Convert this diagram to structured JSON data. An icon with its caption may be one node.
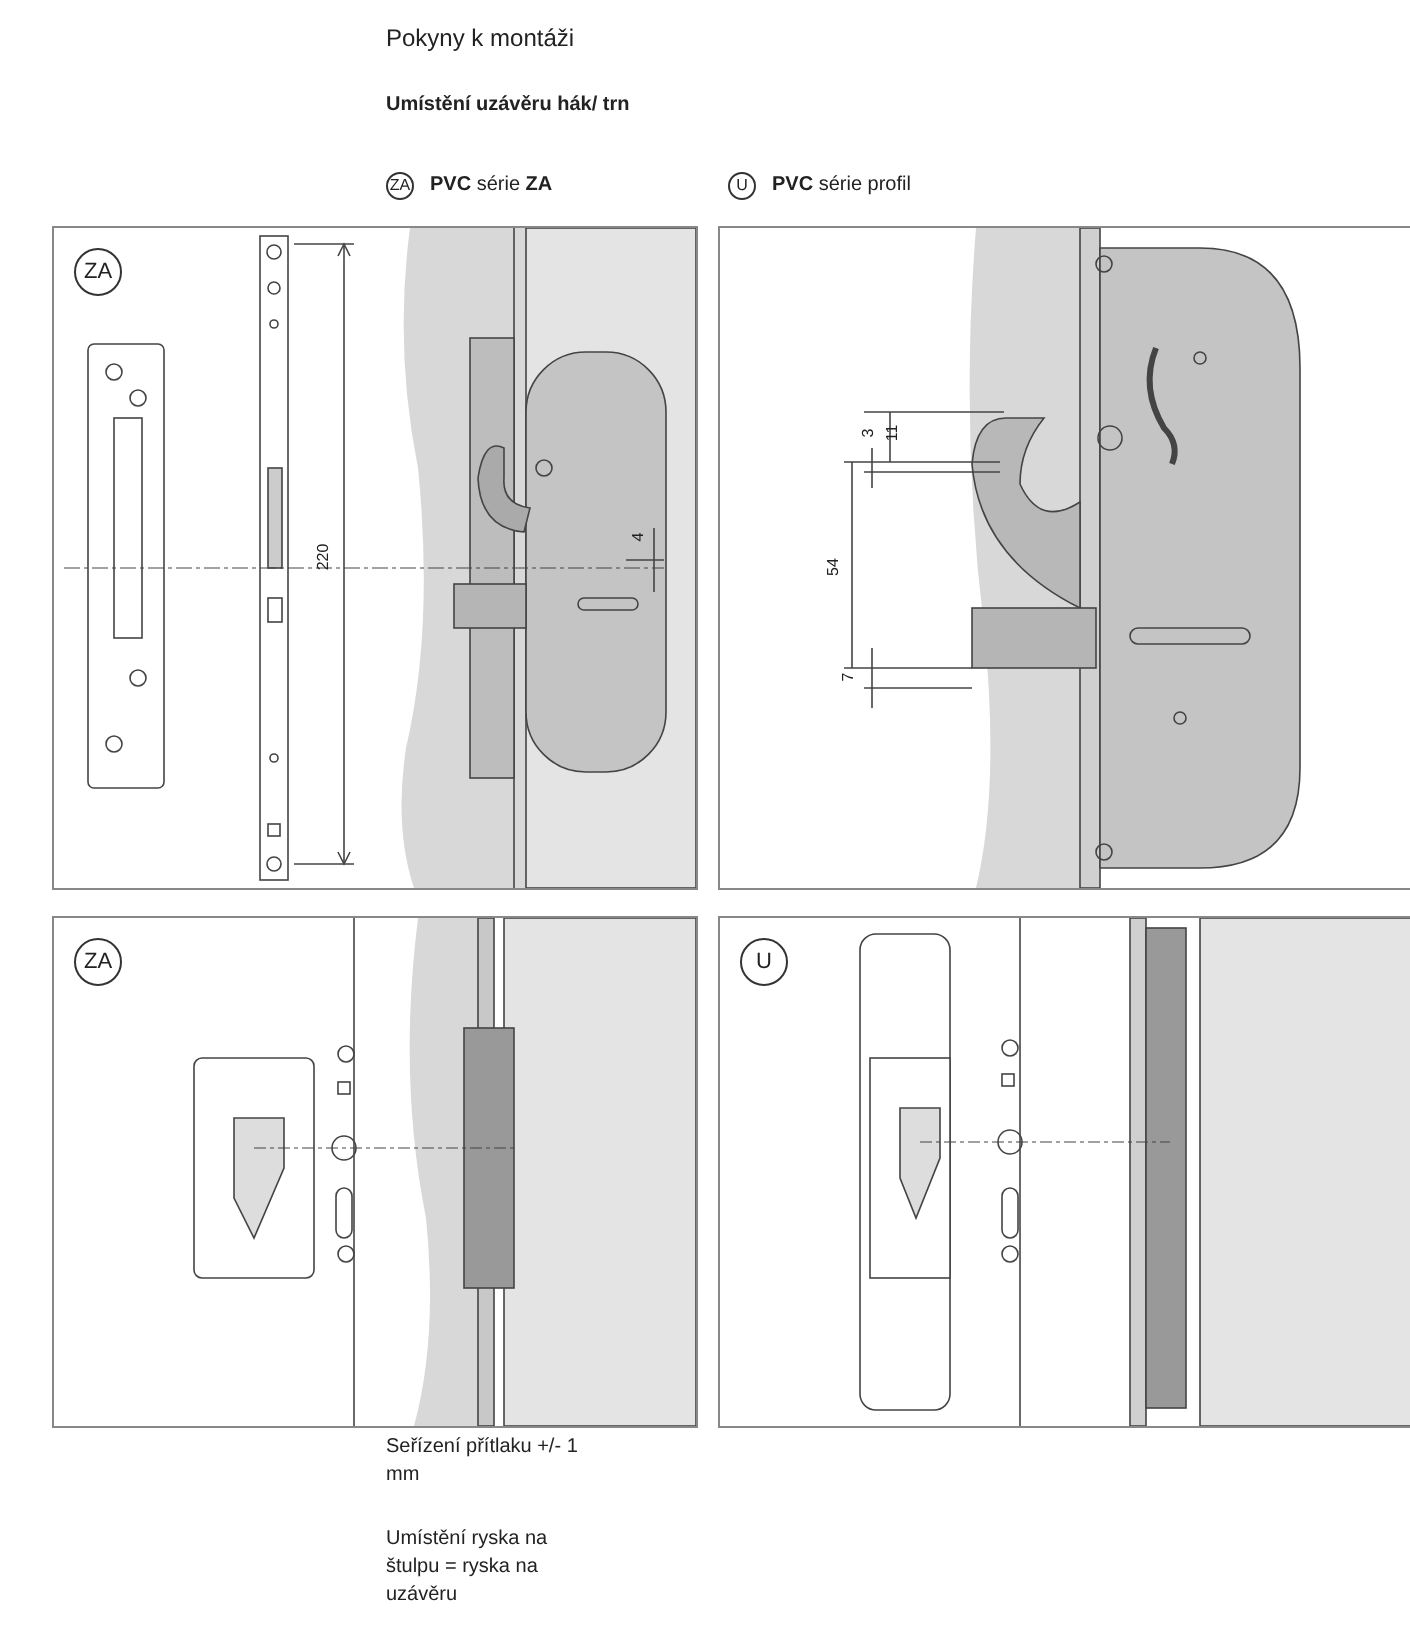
{
  "diagram": {
    "title": "Pokyny k montáži",
    "labels": [
      "Umístění uzávěru hák/ trn",
      "ZA",
      "**PVC** série **ZA**",
      "U",
      "**PVC** série profil",
      "ZA",
      "220",
      "4",
      "3",
      "11",
      "54",
      "7",
      "ZA",
      "U",
      "Seřízení přítlaku +/- 1 mm",
      "Umístění ryska na štulpu = ryska na uzávěru"
    ]
  }
}
